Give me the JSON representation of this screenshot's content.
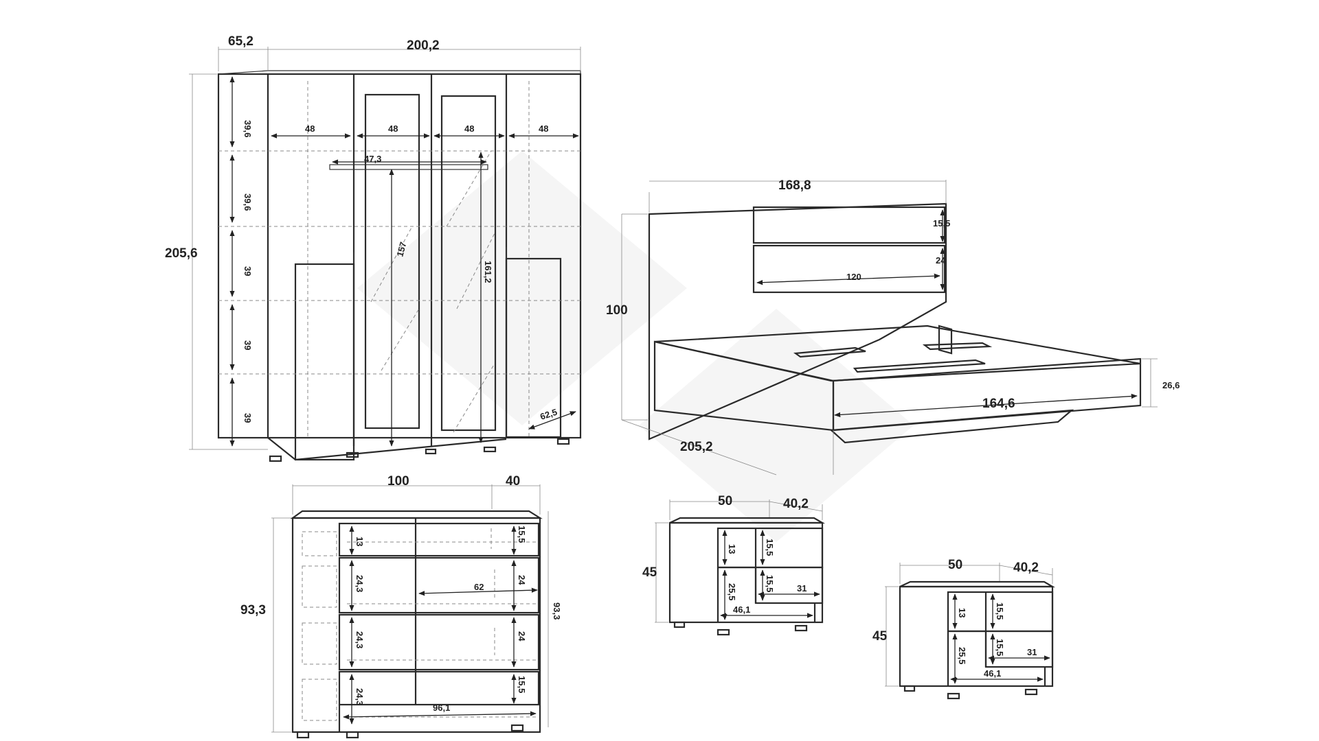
{
  "wardrobe": {
    "depth": "65,2",
    "width": "200,2",
    "height": "205,6",
    "shelf_heights": [
      "39,6",
      "39,6",
      "39",
      "39",
      "39"
    ],
    "section_widths": [
      "48",
      "48",
      "48",
      "48"
    ],
    "rail_width": "47,3",
    "mirror_left_height": "157",
    "mirror_right_height": "161,2",
    "inner_depth": "62,5"
  },
  "bed": {
    "width": "168,8",
    "height": "100",
    "length": "205,2",
    "frame_width": "164,6",
    "frame_height": "26,6",
    "panel_top": "15,5",
    "panel_bottom": "24",
    "panel_width": "120"
  },
  "dresser": {
    "width": "100",
    "depth": "40",
    "height": "93,3",
    "height_right": "93,3",
    "left_drawers": [
      "13",
      "24,3",
      "24,3",
      "24,3"
    ],
    "right_drawers": [
      "15,5",
      "24",
      "24",
      "15,5"
    ],
    "inner_width": "62",
    "bottom_width": "96,1"
  },
  "nightstand_1": {
    "width": "50",
    "depth": "40,2",
    "height": "45",
    "left_top": "13",
    "left_bottom": "25,5",
    "right_top": "15,5",
    "right_mid": "15,5",
    "drawer_width": "31",
    "bottom_width": "46,1"
  },
  "nightstand_2": {
    "width": "50",
    "depth": "40,2",
    "height": "45",
    "left_top": "13",
    "left_bottom": "25,5",
    "right_top": "15,5",
    "right_mid": "15,5",
    "drawer_width": "31",
    "bottom_width": "46,1"
  }
}
